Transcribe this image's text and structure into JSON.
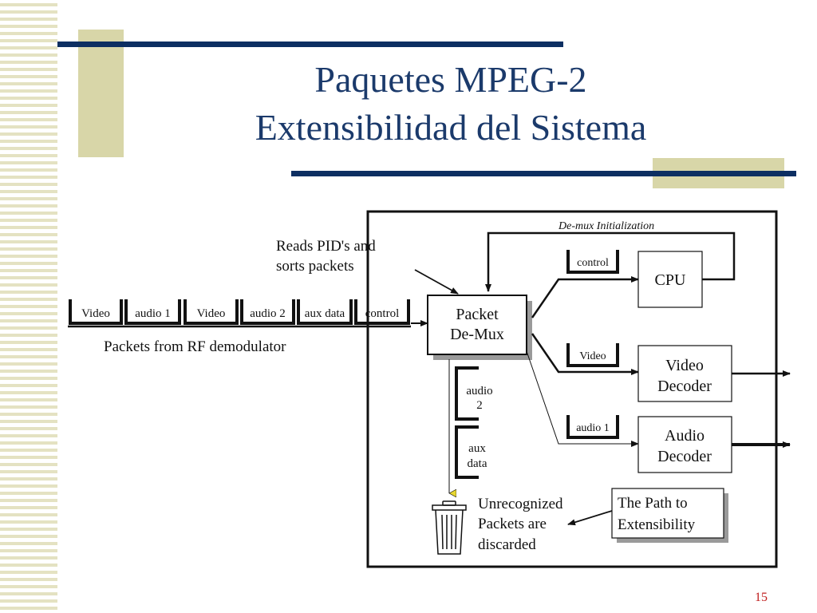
{
  "slide": {
    "title_line1": "Paquetes MPEG-2",
    "title_line2": "Extensibilidad del Sistema",
    "page_number": "15"
  },
  "diagram": {
    "demux_init_label": "De-mux Initialization",
    "reads_pid_line1": "Reads PID's and",
    "reads_pid_line2": "sorts packets",
    "stream_packets": [
      "Video",
      "audio 1",
      "Video",
      "audio 2",
      "aux data",
      "control"
    ],
    "stream_label": "Packets from RF demodulator",
    "demux_line1": "Packet",
    "demux_line2": "De-Mux",
    "branch_packets": [
      "control",
      "Video",
      "audio 1"
    ],
    "cpu_label": "CPU",
    "video_decoder_line1": "Video",
    "video_decoder_line2": "Decoder",
    "audio_decoder_line1": "Audio",
    "audio_decoder_line2": "Decoder",
    "discard_packet1_line1": "audio",
    "discard_packet1_line2": "2",
    "discard_packet2_line1": "aux",
    "discard_packet2_line2": "data",
    "unrecognized_line1": "Unrecognized",
    "unrecognized_line2": "Packets are",
    "unrecognized_line3": "discarded",
    "path_line1": "The Path to",
    "path_line2": "Extensibility"
  },
  "colors": {
    "navy": "#0d2f62",
    "tan": "#d8d6a8",
    "stripe": "#e4e2c2",
    "title": "#1b3a6b",
    "arrow_yellow": "#e8d830"
  },
  "icons": {
    "trash": "trash-can-icon"
  }
}
